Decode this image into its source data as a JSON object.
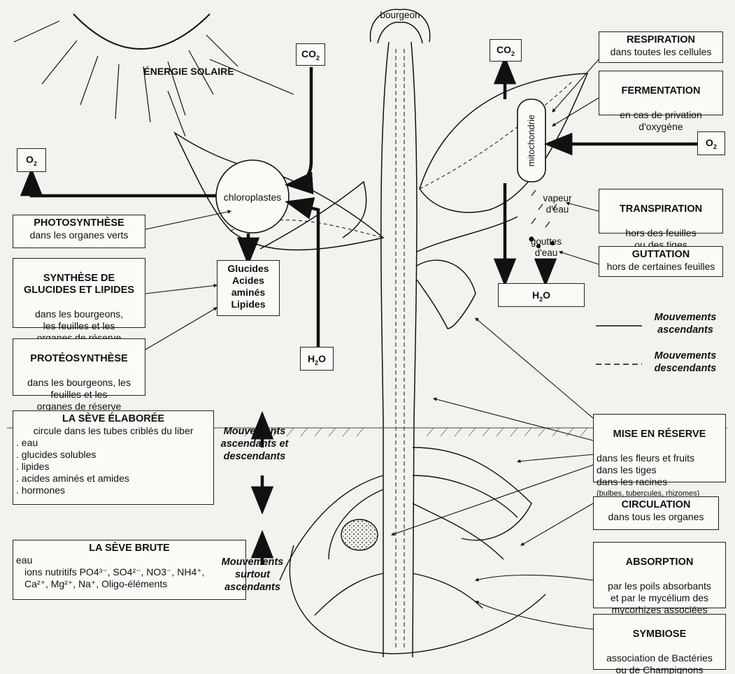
{
  "labels": {
    "sun": "ÉNERGIE SOLAIRE",
    "bud": "bourgeon",
    "chloroplasts": "chloroplastes",
    "mitochondria": "mitochondrie",
    "vapour": "vapeur\nd'eau",
    "drops": "gouttes\nd'eau",
    "co2_left": "CO2",
    "co2_right": "CO2",
    "o2_left": "O2",
    "o2_right": "O2",
    "h2o_bottom": "H2O",
    "h2o_right": "H2O"
  },
  "products_box": [
    "Glucides",
    "Acides",
    "aminés",
    "Lipides"
  ],
  "left_boxes": {
    "photosynthese": {
      "title": "PHOTOSYNTHÈSE",
      "text": "dans les organes verts"
    },
    "synthese": {
      "title": "SYNTHÈSE DE\nGLUCIDES ET LIPIDES",
      "text": "dans les bourgeons,\nles feuilles et les\norganes de réserve"
    },
    "proteo": {
      "title": "PROTÉOSYNTHÈSE",
      "text": "dans les bourgeons, les\nfeuilles et les\norganes de réserve"
    }
  },
  "seve_elaboree": {
    "title": "LA SÈVE ÉLABORÉE",
    "subtitle": "circule dans les tubes criblés du liber",
    "items": [
      ". eau",
      ". glucides solubles",
      ". lipides",
      ". acides aminés et amides",
      ". hormones"
    ]
  },
  "seve_brute": {
    "title": "LA SÈVE BRUTE",
    "line1": "eau",
    "line2": "ions nutritifs PO4³⁻, SO4²⁻, NO3⁻, NH4⁺,",
    "line3": "Ca²⁺, Mg²⁺, Na⁺, Oligo-éléments"
  },
  "movement_labels": {
    "both": "Mouvements\nascendants et\ndescendants",
    "up": "Mouvements\nsurtout\nascendants"
  },
  "legend": {
    "up": "Mouvements\nascendants",
    "down": "Mouvements\ndescendants"
  },
  "right_boxes": {
    "respiration": {
      "title": "RESPIRATION",
      "text": "dans toutes les cellules"
    },
    "fermentation": {
      "title": "FERMENTATION",
      "text": "en cas de privation\nd'oxygène"
    },
    "transpiration": {
      "title": "TRANSPIRATION",
      "text": "hors des feuilles\nou des tiges"
    },
    "guttation": {
      "title": "GUTTATION",
      "text": "hors de certaines feuilles"
    },
    "reserve": {
      "title": "MISE EN RÉSERVE",
      "text": "dans les fleurs et fruits\ndans les tiges\ndans les racines",
      "small": "(bulbes, tubercules, rhizomes)"
    },
    "circulation": {
      "title": "CIRCULATION",
      "text": "dans tous les organes"
    },
    "absorption": {
      "title": "ABSORPTION",
      "text": "par les poils absorbants\net par le mycélium des\nmycorhizes associées\naux racines"
    },
    "symbiose": {
      "title": "SYMBIOSE",
      "text": "association de Bactéries\nou de Champignons\navec des racines"
    }
  }
}
